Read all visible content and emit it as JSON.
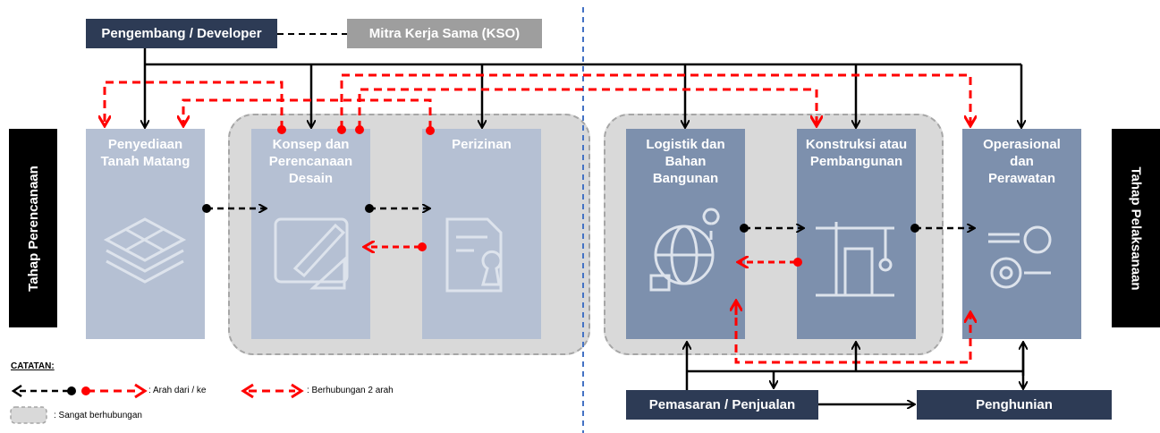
{
  "top": {
    "developer": "Pengembang / Developer",
    "partner": "Mitra Kerja Sama (KSO)"
  },
  "side_labels": {
    "planning": "Tahap Perencanaan",
    "implementation": "Tahap Pelaksanaan"
  },
  "stages": [
    {
      "label": "Penyediaan Tanah Matang",
      "icon": "land-layers-icon"
    },
    {
      "label": "Konsep dan Perencanaan Desain",
      "icon": "design-drafting-icon"
    },
    {
      "label": "Perizinan",
      "icon": "permit-stamp-icon"
    },
    {
      "label": "Logistik dan Bahan Bangunan",
      "icon": "global-logistics-icon"
    },
    {
      "label": "Konstruksi atau Pembangunan",
      "icon": "construction-crane-icon"
    },
    {
      "label": "Operasional dan Perawatan",
      "icon": "maintenance-tools-icon"
    }
  ],
  "bottom": {
    "marketing": "Pemasaran / Penjualan",
    "occupancy": "Penghunian"
  },
  "legend": {
    "title": "CATATAN:",
    "direction": ": Arah dari / ke",
    "two_way": ": Berhubungan 2 arah",
    "related": ": Sangat berhubungan"
  },
  "colors": {
    "navy": "#2d3b55",
    "red": "#ff0000",
    "divider": "#4472c4"
  }
}
